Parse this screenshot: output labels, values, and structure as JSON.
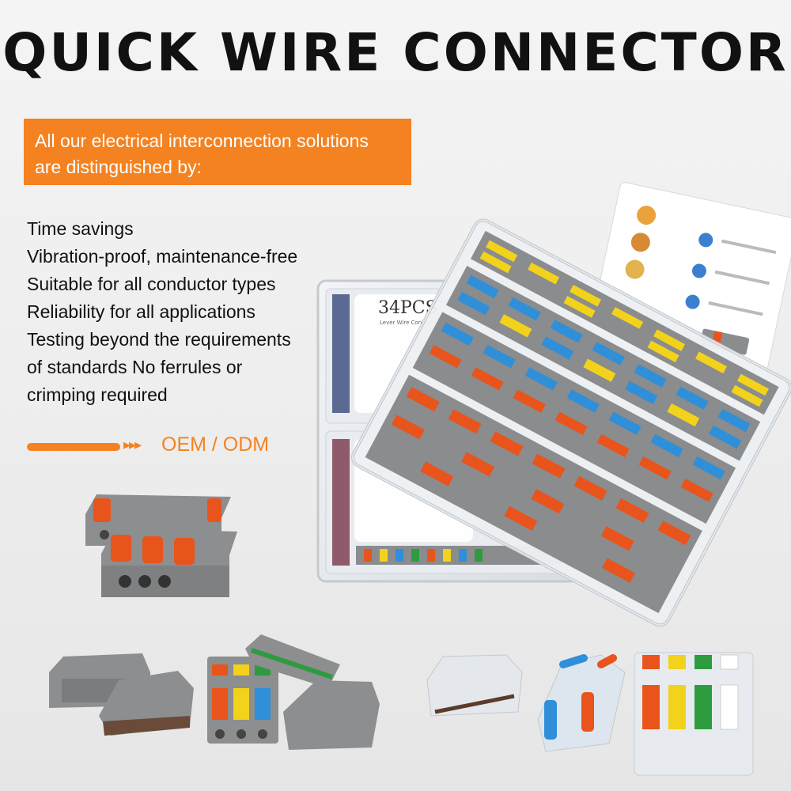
{
  "headline": "QUICK WIRE CONNECTOR",
  "banner": {
    "line1": "All our electrical interconnection solutions",
    "line2": "are distinguished by:"
  },
  "features": [
    "Time savings",
    "Vibration-proof, maintenance-free",
    "Suitable for all conductor types",
    "Reliability for all applications",
    "Testing beyond the requirements",
    "of standards No ferrules or",
    "crimping required"
  ],
  "oem_label": "OEM / ODM",
  "box_labels": {
    "count": "34PCS",
    "subtitle": "Lever Wire Connectors"
  },
  "colors": {
    "accent": "#f58220",
    "connector_gray": "#8a8c8e",
    "lever_orange": "#e8541c",
    "lever_yellow": "#f2d21b",
    "lever_blue": "#2f8fd8",
    "lever_green": "#2e9b3e"
  }
}
